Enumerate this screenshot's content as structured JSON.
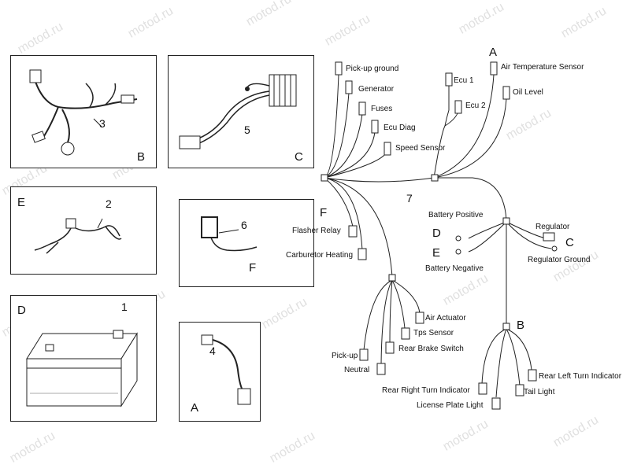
{
  "watermark": "motod.ru",
  "panels": {
    "B": {
      "letter": "B",
      "part": "3"
    },
    "C": {
      "letter": "C",
      "part": "5"
    },
    "E": {
      "letter": "E",
      "part": "2"
    },
    "F": {
      "letter": "F",
      "part": "6"
    },
    "D": {
      "letter": "D",
      "part": "1"
    },
    "A": {
      "letter": "A",
      "part": "4"
    }
  },
  "harness": {
    "number": "7",
    "letters": {
      "A": "A",
      "B": "B",
      "C": "C",
      "D": "D",
      "E": "E",
      "F": "F"
    },
    "labels": {
      "pickup_ground": "Pick-up ground",
      "generator": "Generator",
      "fuses": "Fuses",
      "ecu_diag": "Ecu Diag",
      "speed_sensor": "Speed Sensor",
      "ecu1": "Ecu 1",
      "ecu2": "Ecu 2",
      "air_temp": "Air Temperature Sensor",
      "oil_level": "Oil Level",
      "flasher_relay": "Flasher Relay",
      "carb_heating": "Carburetor Heating",
      "battery_positive": "Battery Positive",
      "battery_negative": "Battery Negative",
      "regulator": "Regulator",
      "regulator_ground": "Regulator Ground",
      "air_actuator": "Air Actuator",
      "tps_sensor": "Tps Sensor",
      "rear_brake_switch": "Rear Brake Switch",
      "pickup": "Pick-up",
      "neutral": "Neutral",
      "rear_left_turn": "Rear Left Turn Indicator",
      "rear_right_turn": "Rear Right Turn Indicator",
      "tail_light": "Tail Light",
      "license_plate_light": "License Plate Light"
    }
  }
}
